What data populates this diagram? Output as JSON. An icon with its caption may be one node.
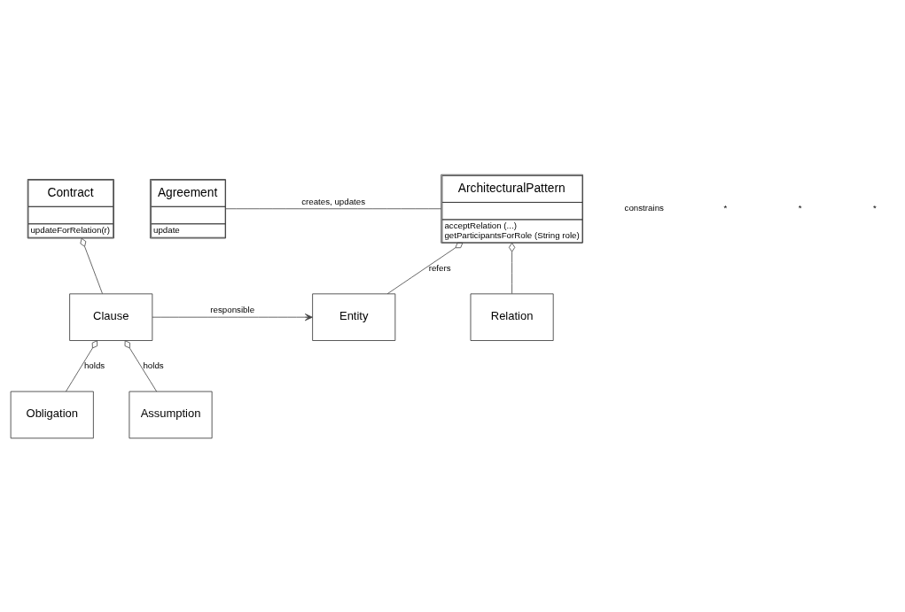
{
  "diagram": {
    "nodes": [
      {
        "text": [
          "Contract",
          "updateForRelation(r)"
        ]
      },
      {
        "text": [
          "Agreement",
          "update"
        ]
      },
      {
        "text": [
          "ArchitecturalPattern",
          "acceptRelation (...)",
          "getParticipantsForRole (String role)"
        ]
      },
      {
        "text": [
          "Clause"
        ]
      },
      {
        "text": [
          "Entity"
        ]
      },
      {
        "text": [
          "Relation"
        ]
      },
      {
        "text": [
          "Obligation"
        ]
      },
      {
        "text": [
          "Assumption"
        ]
      }
    ],
    "edges": [
      {
        "from": 0,
        "to": 3,
        "arrow": "other"
      },
      {
        "from": 1,
        "to": 2,
        "arrow": "none",
        "label": "creates, updates"
      },
      {
        "from": 3,
        "to": 4,
        "arrow": "to",
        "label": "responsible"
      },
      {
        "from": 2,
        "to": 4,
        "arrow": "other",
        "label": "refers"
      },
      {
        "from": 2,
        "to": 5,
        "arrow": "other"
      },
      {
        "from": 3,
        "to": 6,
        "arrow": "other",
        "label": "holds"
      },
      {
        "from": 3,
        "to": 7,
        "arrow": "other",
        "label": "holds"
      }
    ],
    "labels": [
      "constrains",
      "*",
      "*",
      "*"
    ]
  }
}
